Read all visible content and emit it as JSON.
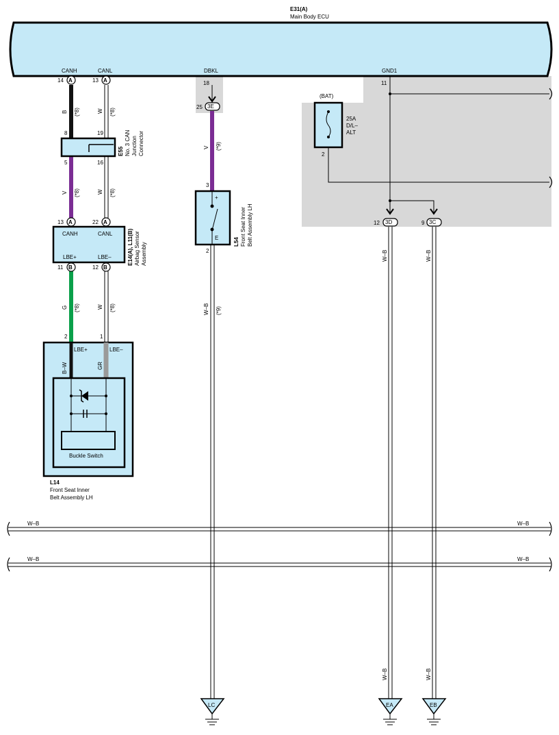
{
  "ecu": {
    "id": "E31(A)",
    "name": "Main Body ECU",
    "pins": {
      "canh": "CANH",
      "canl": "CANL",
      "dbkl": "DBKL",
      "gnd1": "GND1"
    }
  },
  "pins": {
    "p14": "14",
    "p13": "13",
    "p18": "18",
    "p11": "11",
    "p8": "8",
    "p19": "19",
    "p5": "5",
    "p16": "16",
    "p25": "25",
    "p3": "3",
    "p2": "2",
    "p13b": "13",
    "p22": "22",
    "p11b": "11",
    "p12b": "12",
    "p2b": "2",
    "p1": "1",
    "p2c": "2",
    "p12c": "12",
    "p9": "9"
  },
  "tags": {
    "A": "A",
    "B": "B",
    "3E": "3E",
    "3D": "3D",
    "3C": "3C"
  },
  "wires": {
    "b": "B",
    "w": "W",
    "v": "V",
    "g": "G",
    "wb": "W–B",
    "bw": "B–W",
    "gr": "GR",
    "note8": "(*8)",
    "note9": "(*9)"
  },
  "junction": {
    "id": "E55",
    "line1": "No. 3 CAN",
    "line2": "Junction",
    "line3": "Connector"
  },
  "airbag": {
    "id": "E14(A), L11(B)",
    "line1": "Airbag Sensor",
    "line2": "Assembly",
    "canh": "CANH",
    "canl": "CANL",
    "lbep": "LBE+",
    "lbem": "LBE–"
  },
  "l54": {
    "id": "L54",
    "line1": "Front Seat Inner",
    "line2": "Belt Assembly LH",
    "plus": "+",
    "e": "E"
  },
  "fuse": {
    "bat": "(BAT)",
    "rating": "25A",
    "name1": "D/L–",
    "name2": "ALT"
  },
  "l14": {
    "id": "L14",
    "line1": "Front Seat Inner",
    "line2": "Belt Assembly LH",
    "lbep": "LBE+",
    "lbem": "LBE–",
    "buckle": "Buckle Switch"
  },
  "grounds": {
    "lc": "LC",
    "ea": "EA",
    "eb": "EB"
  },
  "colors": {
    "box": "#c5e9f7",
    "shade": "#d8d8d8",
    "violet": "#7b2d94",
    "green": "#0aa04a",
    "black": "#111111",
    "gray": "#9a9a9a"
  }
}
